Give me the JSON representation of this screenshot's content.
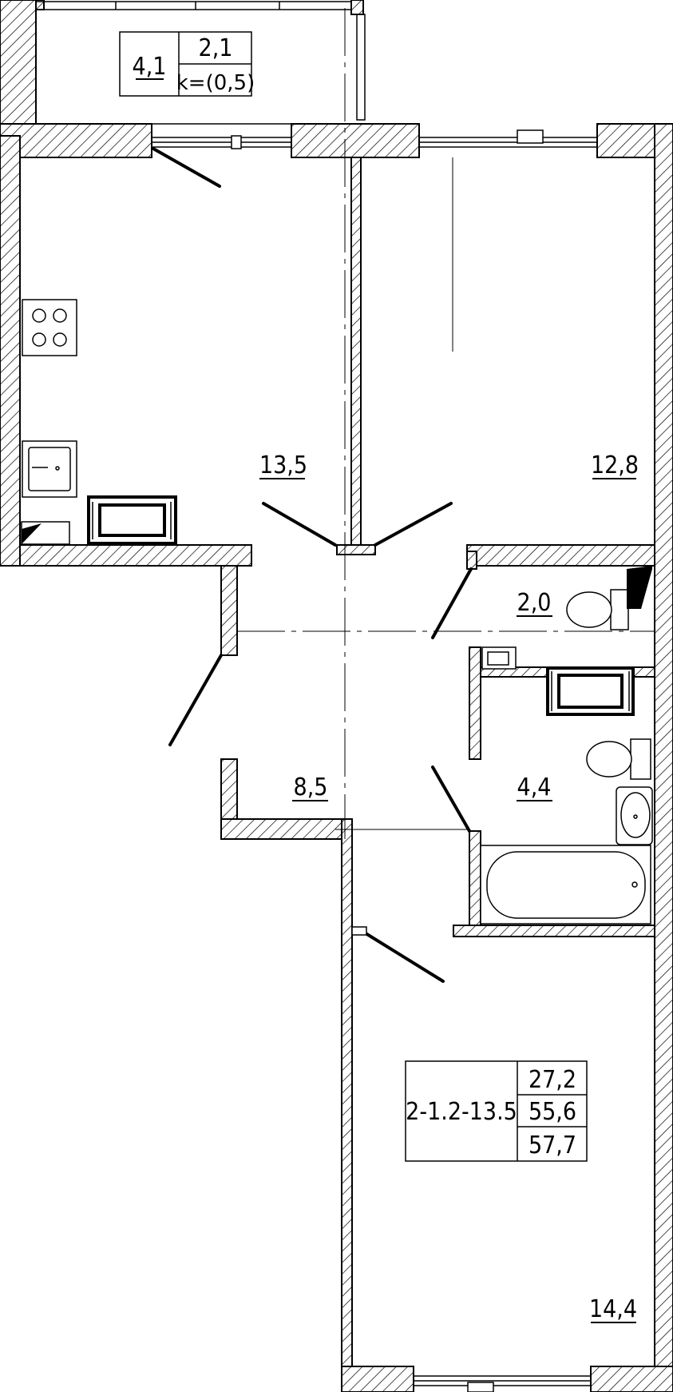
{
  "balcony": {
    "area": "4,1",
    "reduced_area": "2,1",
    "coefficient": "k=(0,5)"
  },
  "rooms": {
    "kitchen": "13,5",
    "bedroom": "12,8",
    "wc": "2,0",
    "hall": "8,5",
    "bathroom": "4,4",
    "living_room": "14,4"
  },
  "summary": {
    "code": "2-1.2-13.5",
    "living_area": "27,2",
    "total_area": "55,6",
    "total_with_balcony": "57,7"
  }
}
